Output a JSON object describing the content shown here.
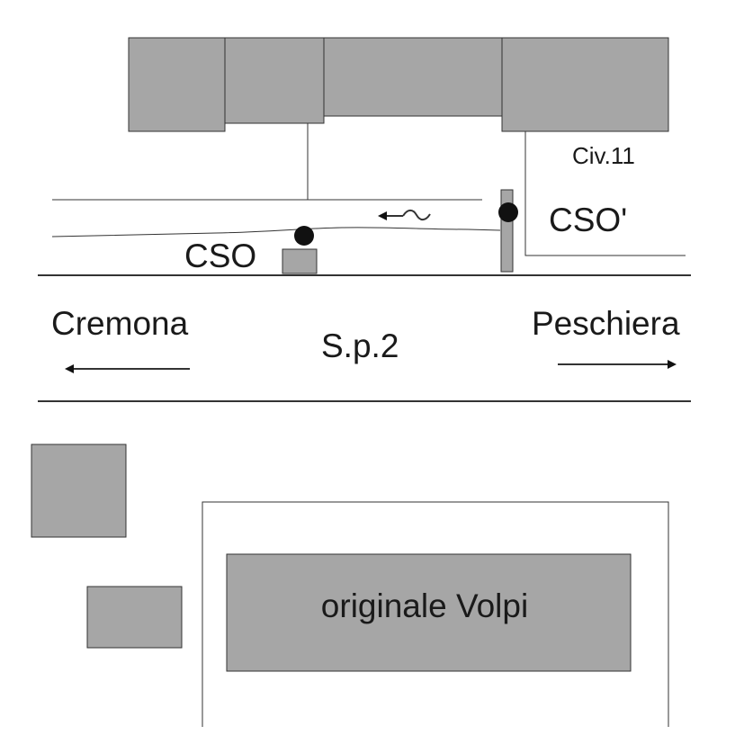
{
  "map": {
    "labels": {
      "civic_number": "Civ.11",
      "cso_right": "CSO'",
      "cso_left": "CSO",
      "city_west": "Cremona",
      "city_east": "Peschiera",
      "road": "S.p.2",
      "building_main": "originale Volpi"
    },
    "colors": {
      "building_fill": "#a6a6a6",
      "line": "#333333",
      "marker": "#111111"
    },
    "icons": {
      "west_arrow": "arrow-left-icon",
      "east_arrow": "arrow-right-icon",
      "flow_arrow": "flow-arrow-icon",
      "cso_marker": "circle-marker-icon"
    }
  }
}
